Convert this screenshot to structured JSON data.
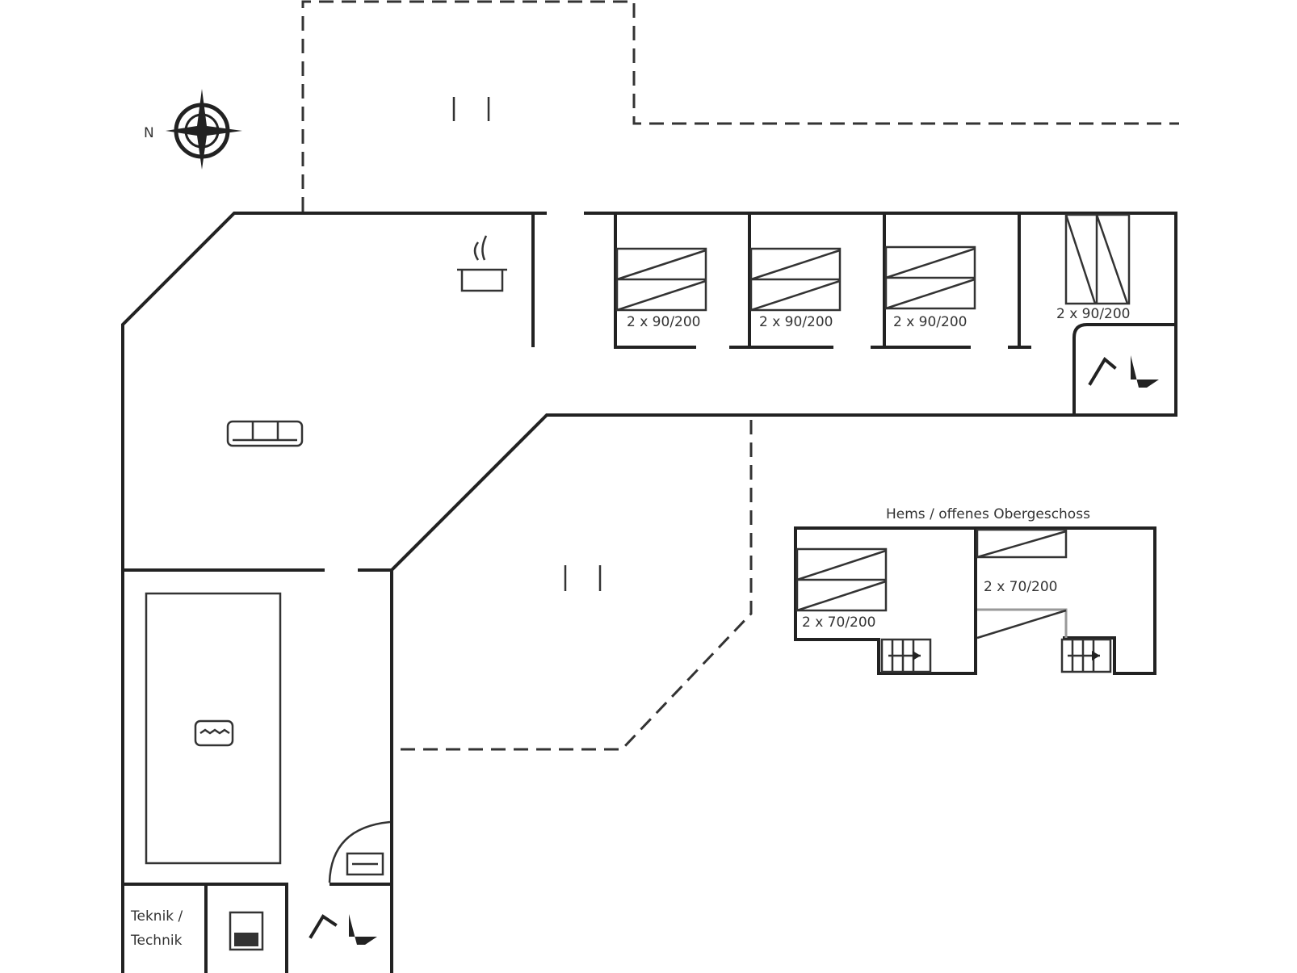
{
  "compass": {
    "label": "N"
  },
  "bedrooms": [
    {
      "bed_label": "2 x 90/200"
    },
    {
      "bed_label": "2 x 90/200"
    },
    {
      "bed_label": "2 x 90/200"
    },
    {
      "bed_label": "2 x 90/200"
    }
  ],
  "upper_floor": {
    "title": "Hems / offenes Obergeschoss",
    "beds": [
      {
        "bed_label": "2 x 70/200"
      },
      {
        "bed_label": "2 x 70/200"
      }
    ]
  },
  "technik_room": {
    "label_line1": "Teknik /",
    "label_line2": "Technik"
  },
  "colors": {
    "wall": "#222222",
    "background": "#ffffff"
  }
}
